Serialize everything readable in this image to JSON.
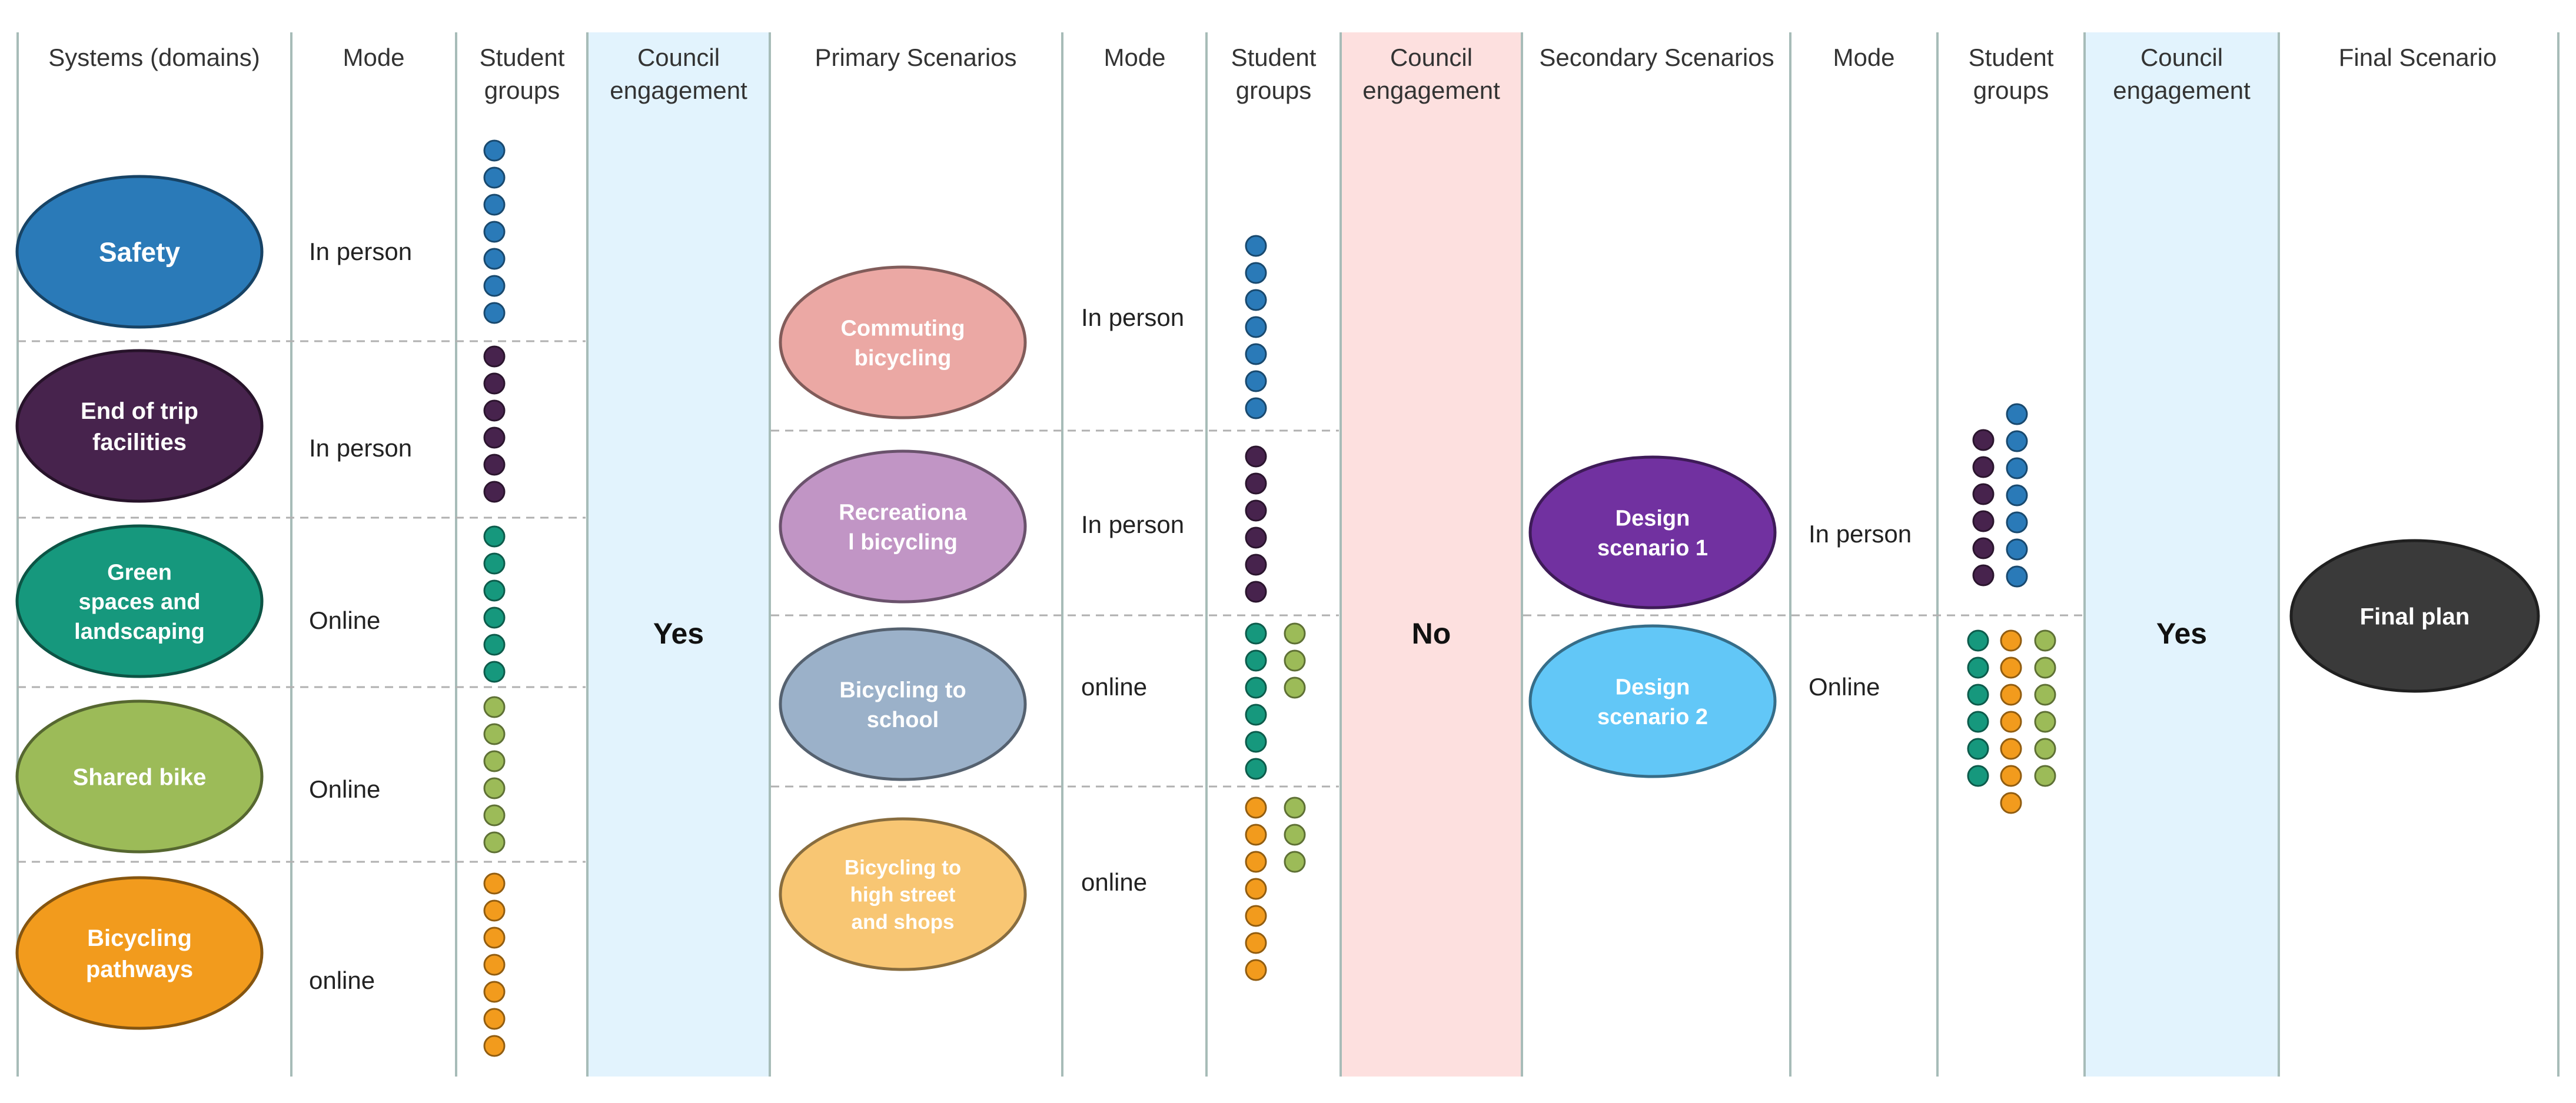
{
  "headers": {
    "systems": "Systems (domains)",
    "mode1": "Mode",
    "groups1": [
      "Student",
      "groups"
    ],
    "council1": [
      "Council",
      "engagement"
    ],
    "primary": "Primary Scenarios",
    "mode2": "Mode",
    "groups2": [
      "Student",
      "groups"
    ],
    "council2": [
      "Council",
      "engagement"
    ],
    "secondary": "Secondary Scenarios",
    "mode3": "Mode",
    "groups3": [
      "Student",
      "groups"
    ],
    "council3": [
      "Council",
      "engagement"
    ],
    "final": "Final Scenario"
  },
  "colors": {
    "blue": "#2a7ab8",
    "purple": "#47234d",
    "teal": "#16987d",
    "green": "#9cbb58",
    "orange": "#f29b1d",
    "council_blue_bg": "#e2f3fd",
    "council_red_bg": "#fde0df",
    "divider": "#a7bcb8",
    "dash": "#b0b0b0"
  },
  "systems": [
    {
      "lines": [
        "Safety"
      ],
      "mode": "In person",
      "fill": "#2a7ab8",
      "dot_color": "#2a7ab8",
      "dot_count": 7
    },
    {
      "lines": [
        "End of trip",
        "facilities"
      ],
      "mode": "In person",
      "fill": "#47234d",
      "dot_color": "#47234d",
      "dot_count": 6
    },
    {
      "lines": [
        "Green",
        "spaces and",
        "landscaping"
      ],
      "mode": "Online",
      "fill": "#16987d",
      "dot_color": "#16987d",
      "dot_count": 6
    },
    {
      "lines": [
        "Shared bike"
      ],
      "mode": "Online",
      "fill": "#9cbb58",
      "dot_color": "#9cbb58",
      "dot_count": 6
    },
    {
      "lines": [
        "Bicycling",
        "pathways"
      ],
      "mode": "online",
      "fill": "#f29b1d",
      "dot_color": "#f29b1d",
      "dot_count": 7
    }
  ],
  "council1_value": "Yes",
  "primary_scenarios": [
    {
      "lines": [
        "Commuting",
        "bicycling"
      ],
      "mode": "In person",
      "fill": "#eba8a4",
      "groups": [
        {
          "color": "#2a7ab8",
          "count": 7
        }
      ]
    },
    {
      "lines": [
        "Recreationa",
        "l bicycling"
      ],
      "mode": "In person",
      "fill": "#c195c5",
      "groups": [
        {
          "color": "#47234d",
          "count": 6
        }
      ]
    },
    {
      "lines": [
        "Bicycling to",
        "school"
      ],
      "mode": "online",
      "fill": "#9bb1c9",
      "groups": [
        {
          "color": "#16987d",
          "count": 6
        },
        {
          "color": "#9cbb58",
          "count": 3
        }
      ]
    },
    {
      "lines": [
        "Bicycling to",
        "high street",
        "and shops"
      ],
      "mode": "online",
      "fill": "#f8c673",
      "groups": [
        {
          "color": "#f29b1d",
          "count": 7
        },
        {
          "color": "#9cbb58",
          "count": 3
        }
      ]
    }
  ],
  "council2_value": "No",
  "secondary_scenarios": [
    {
      "lines": [
        "Design",
        "scenario 1"
      ],
      "mode": "In person",
      "fill": "#7131a0",
      "groups": [
        {
          "color": "#47234d",
          "count": 6
        },
        {
          "color": "#2a7ab8",
          "count": 7
        }
      ]
    },
    {
      "lines": [
        "Design",
        "scenario 2"
      ],
      "mode": "Online",
      "fill": "#62c7f7",
      "groups": [
        {
          "color": "#16987d",
          "count": 6
        },
        {
          "color": "#f29b1d",
          "count": 7
        },
        {
          "color": "#9cbb58",
          "count": 6
        }
      ]
    }
  ],
  "council3_value": "Yes",
  "final_scenario": {
    "label": "Final plan",
    "fill": "#3a3a3a"
  }
}
